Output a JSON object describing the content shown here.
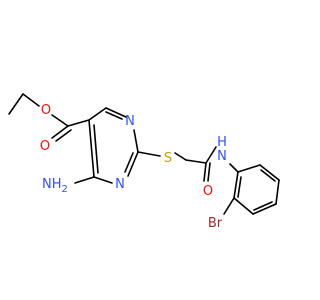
{
  "molecule": {
    "atoms": {
      "o_carbonyl_ester": {
        "label": "O",
        "color": "#ff0d0d"
      },
      "o_ester": {
        "label": "O",
        "color": "#ff0d0d"
      },
      "n_ring_1": {
        "label": "N",
        "color": "#3050f8"
      },
      "n_ring_2": {
        "label": "N",
        "color": "#3050f8"
      },
      "nh2": {
        "label": "H",
        "sub": "2",
        "prefix": "N",
        "color": "#3050f8"
      },
      "s": {
        "label": "S",
        "color": "#c8a000"
      },
      "nh": {
        "label": "N",
        "h": "H",
        "color": "#3050f8"
      },
      "o_amide": {
        "label": "O",
        "color": "#ff0d0d"
      },
      "br": {
        "label": "Br",
        "color": "#a62929"
      }
    }
  }
}
